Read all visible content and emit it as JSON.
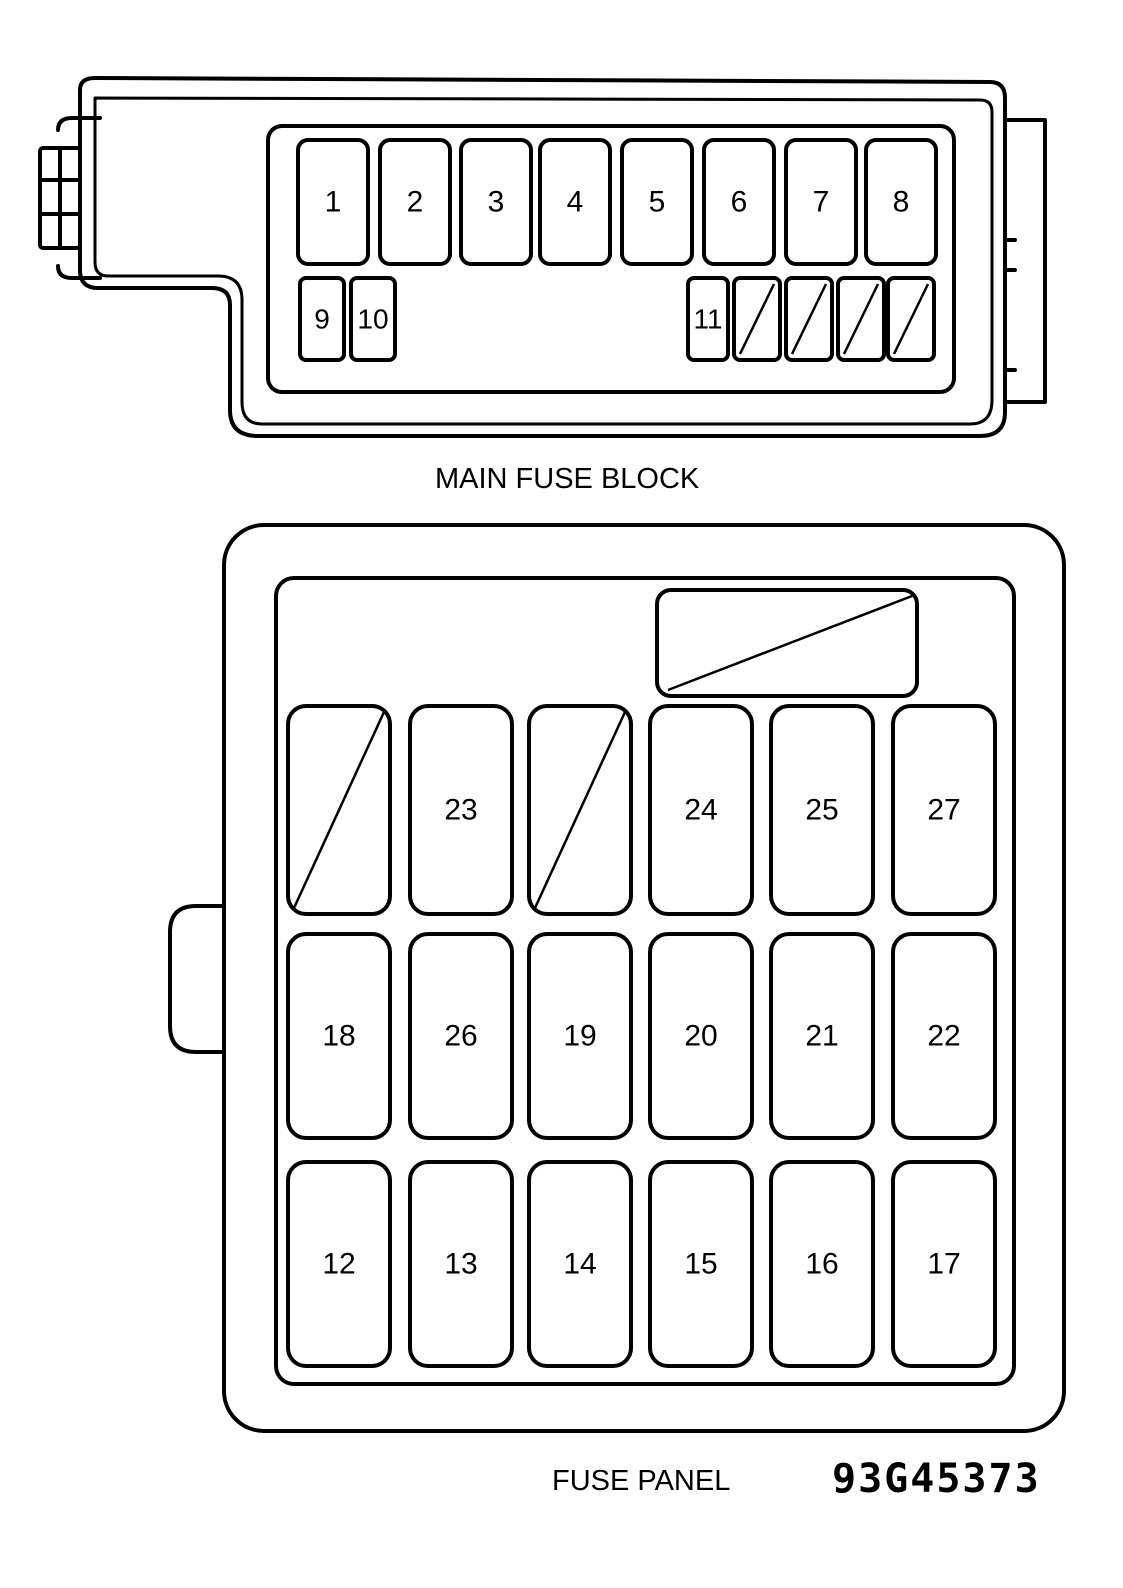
{
  "main_block": {
    "caption": "MAIN FUSE BLOCK",
    "top_row": [
      "1",
      "2",
      "3",
      "4",
      "5",
      "6",
      "7",
      "8"
    ],
    "bottom_left": [
      "9",
      "10"
    ],
    "bottom_right": [
      "11",
      "",
      "",
      "",
      ""
    ]
  },
  "fuse_panel": {
    "caption": "FUSE PANEL",
    "rows": [
      [
        "",
        "23",
        "",
        "24",
        "25",
        "27"
      ],
      [
        "18",
        "26",
        "19",
        "20",
        "21",
        "22"
      ],
      [
        "12",
        "13",
        "14",
        "15",
        "16",
        "17"
      ]
    ]
  },
  "figure_code": "93G45373"
}
